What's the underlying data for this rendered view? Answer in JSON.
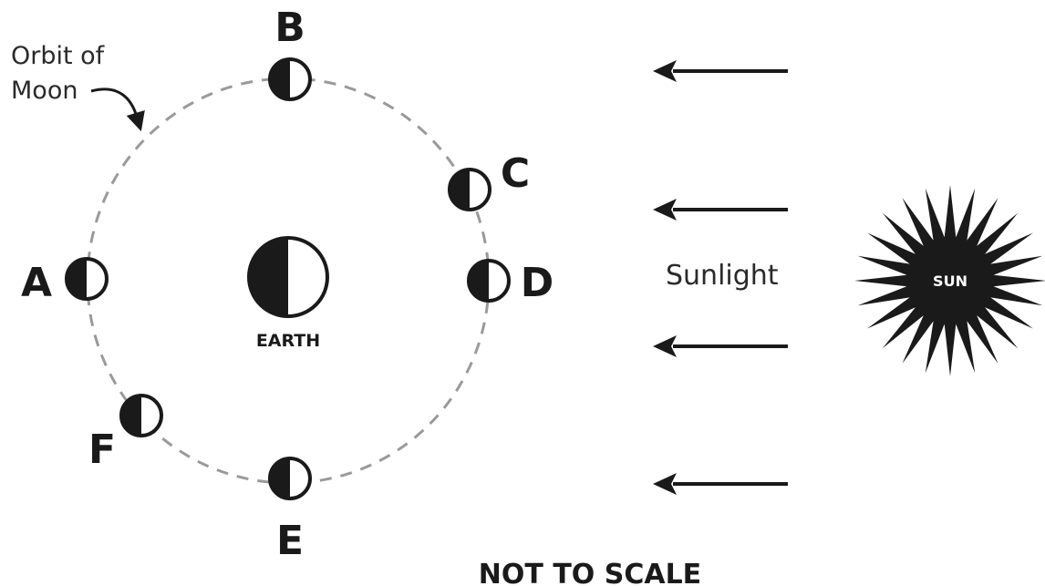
{
  "orbit_label": [
    "Orbit of",
    "Moon"
  ],
  "earth_label": "EARTH",
  "sun_label": "SUN",
  "sunlight_label": "Sunlight",
  "note": "NOT TO SCALE",
  "moon_positions": [
    "A",
    "B",
    "C",
    "D",
    "E",
    "F"
  ],
  "colors": {
    "ink": "#1a1a1a",
    "orbit": "#9a9a9a",
    "background": "#ffffff"
  }
}
